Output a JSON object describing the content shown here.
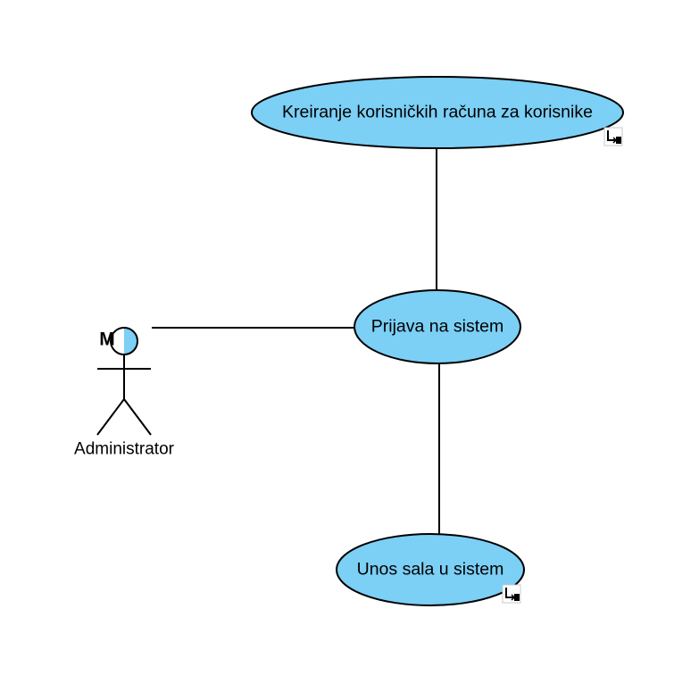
{
  "diagram": {
    "actor": {
      "name": "Administrator",
      "stereotype_mark": "M",
      "color": "#7ccff5"
    },
    "use_cases": [
      {
        "id": "kreiranje",
        "label": "Kreiranje korisničkih računa za korisnike",
        "has_subdiagram_icon": true
      },
      {
        "id": "prijava",
        "label": "Prijava na sistem",
        "has_subdiagram_icon": false
      },
      {
        "id": "unos",
        "label": "Unos sala u sistem",
        "has_subdiagram_icon": true
      }
    ],
    "associations": [
      {
        "from": "Administrator",
        "to": "Prijava na sistem"
      },
      {
        "from": "Prijava na sistem",
        "to": "Kreiranje korisničkih računa za korisnike"
      },
      {
        "from": "Prijava na sistem",
        "to": "Unos sala u sistem"
      }
    ],
    "colors": {
      "use_case_fill": "#7ccff5",
      "stroke": "#000000"
    }
  }
}
